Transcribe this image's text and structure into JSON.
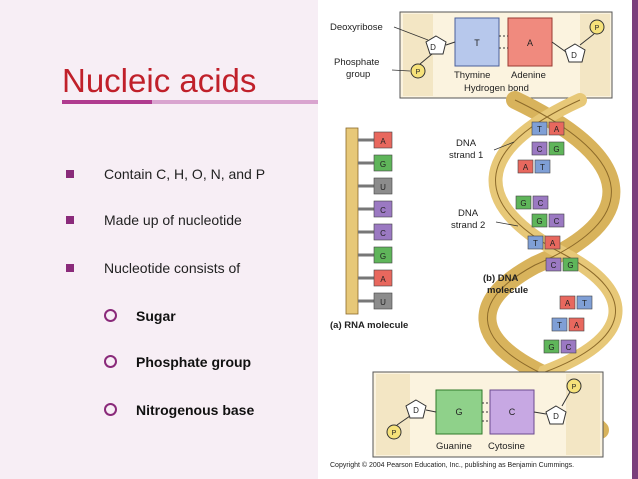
{
  "slide": {
    "title": "Nucleic acids",
    "bullets": [
      "Contain C, H, O, N, and P",
      "Made up of nucleotide",
      "Nucleotide consists of"
    ],
    "sub_bullets": [
      "Sugar",
      "Phosphate group",
      "Nitrogenous base"
    ]
  },
  "figure": {
    "top_inset": {
      "deoxyribose": "Deoxyribose",
      "phosphate_group_line1": "Phosphate",
      "phosphate_group_line2": "group",
      "thymine": "Thymine",
      "adenine": "Adenine",
      "hydrogen_bond": "Hydrogen bond",
      "d": "D",
      "p": "P",
      "t": "T",
      "a": "A"
    },
    "dna_strand_1_line1": "DNA",
    "dna_strand_1_line2": "strand 1",
    "dna_strand_2_line1": "DNA",
    "dna_strand_2_line2": "strand 2",
    "dna_molecule_line1": "(b) DNA",
    "dna_molecule_line2": "molecule",
    "rna_molecule": "(a) RNA molecule",
    "rna_bases": [
      "A",
      "G",
      "U",
      "C",
      "C",
      "G",
      "A",
      "U"
    ],
    "bottom_inset": {
      "guanine": "Guanine",
      "cytosine": "Cytosine",
      "g": "G",
      "c": "C",
      "p": "P",
      "d": "D"
    },
    "dna_pairs": [
      {
        "l": "T",
        "r": "A"
      },
      {
        "l": "C",
        "r": "G"
      },
      {
        "l": "A",
        "r": "T"
      },
      {
        "l": "G",
        "r": "C"
      },
      {
        "l": "G",
        "r": "C"
      },
      {
        "l": "T",
        "r": "A"
      },
      {
        "l": "C",
        "r": "G"
      },
      {
        "l": "A",
        "r": "T"
      },
      {
        "l": "T",
        "r": "A"
      },
      {
        "l": "G",
        "r": "C"
      }
    ],
    "copyright": "Copyright © 2004 Pearson Education, Inc., publishing as Benjamin Cummings."
  },
  "colors": {
    "title": "#c0202a",
    "accent": "#8a2a7a",
    "A": "#e8685e",
    "G": "#5fb55a",
    "U": "#8c8c8c",
    "C": "#9b79c2",
    "T": "#7f9fd6"
  }
}
